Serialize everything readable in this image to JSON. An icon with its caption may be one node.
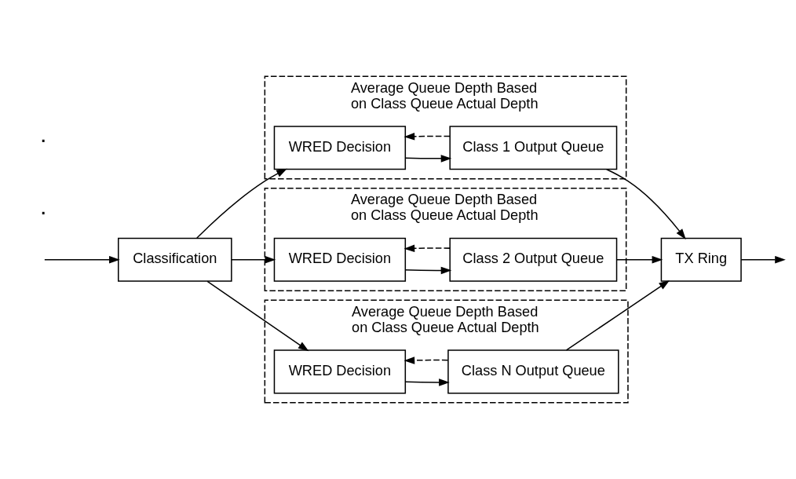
{
  "diagram": {
    "nodes": [
      {
        "text": [
          "Classification"
        ]
      },
      {
        "text": [
          "Average Queue Depth Based on Class Queue Actual Depth"
        ]
      },
      {
        "text": [
          "WRED Decision"
        ],
        "in": 1
      },
      {
        "text": [
          "Class 1 Output Queue"
        ],
        "in": 1
      },
      {
        "text": [
          "Average Queue Depth Based on Class Queue Actual Depth"
        ]
      },
      {
        "text": [
          "WRED Decision"
        ],
        "in": 4
      },
      {
        "text": [
          "Class 2 Output Queue"
        ],
        "in": 4
      },
      {
        "text": [
          "Average Queue Depth Based on Class Queue Actual Depth"
        ]
      },
      {
        "text": [
          "WRED Decision"
        ],
        "in": 7
      },
      {
        "text": [
          "Class N Output Queue"
        ],
        "in": 7
      },
      {
        "text": [
          "TX Ring"
        ]
      }
    ],
    "edges": [
      {
        "from": null,
        "to": 0,
        "arrow": "to"
      },
      {
        "from": 0,
        "to": 2,
        "arrow": "to"
      },
      {
        "from": 2,
        "to": 3,
        "arrow": "to"
      },
      {
        "from": 3,
        "to": 2,
        "arrow": "to",
        "style": "dashed"
      },
      {
        "from": 3,
        "to": 10,
        "arrow": "to"
      },
      {
        "from": 0,
        "to": 5,
        "arrow": "to"
      },
      {
        "from": 5,
        "to": 6,
        "arrow": "to"
      },
      {
        "from": 6,
        "to": 5,
        "arrow": "to",
        "style": "dashed"
      },
      {
        "from": 6,
        "to": 10,
        "arrow": "to"
      },
      {
        "from": 0,
        "to": 8,
        "arrow": "to"
      },
      {
        "from": 8,
        "to": 9,
        "arrow": "to"
      },
      {
        "from": 9,
        "to": 8,
        "arrow": "to",
        "style": "dashed"
      },
      {
        "from": 9,
        "to": 10,
        "arrow": "to"
      },
      {
        "from": 10,
        "to": null,
        "arrow": "to"
      }
    ],
    "labels": [
      ".",
      "."
    ]
  }
}
